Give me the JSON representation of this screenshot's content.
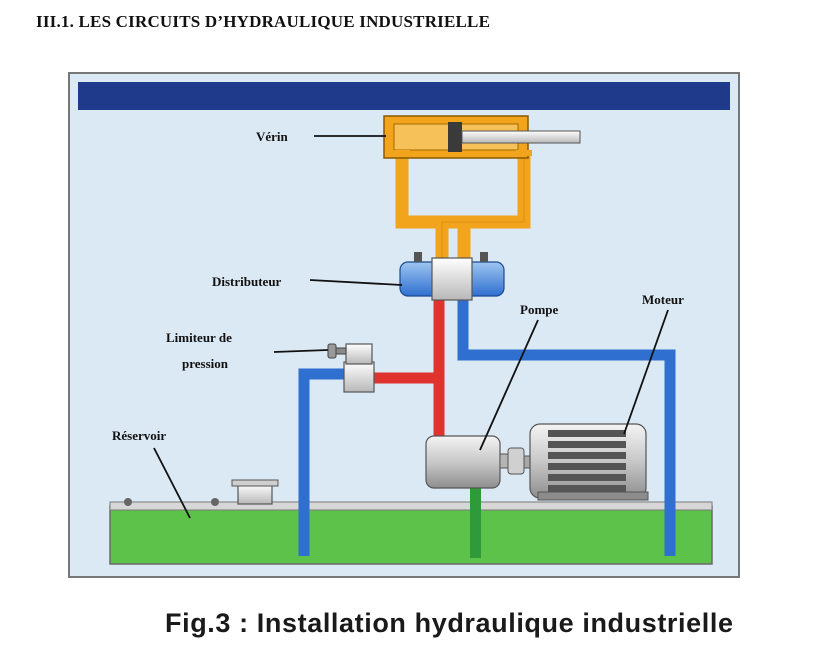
{
  "heading": "III.1. LES CIRCUITS D’HYDRAULIQUE INDUSTRIELLE",
  "caption": "Fig.3 : Installation hydraulique industrielle",
  "labels": {
    "verin": "Vérin",
    "distributeur": "Distributeur",
    "limiteur_line1": "Limiteur de",
    "limiteur_line2": "pression",
    "pompe": "Pompe",
    "moteur": "Moteur",
    "reservoir": "Réservoir"
  },
  "colors": {
    "panel_bg": "#dbe9f4",
    "title_bar": "#1f3a8a",
    "cylinder": "#f2a41c",
    "pressure_line": "#e0332e",
    "return_line": "#2f6fd0",
    "suction_line": "#2e9a3a",
    "reservoir_fluid": "#5cc24a",
    "frame": "#777777"
  }
}
